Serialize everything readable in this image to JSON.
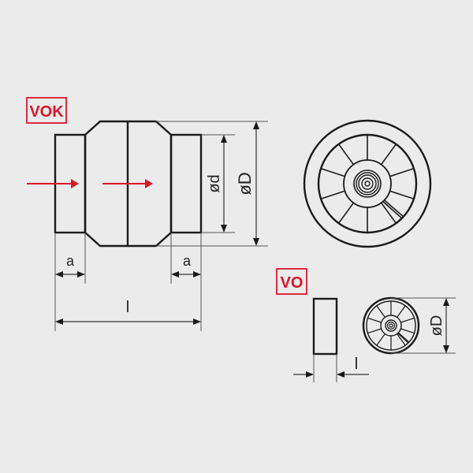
{
  "diagram": {
    "vok": {
      "tag_label": "VOK",
      "dimension_labels": {
        "inner_diameter": "ød",
        "outer_diameter": "øD",
        "end_length_left": "a",
        "end_length_right": "a",
        "total_length": "l"
      },
      "flow_direction": "left-to-right"
    },
    "vo": {
      "tag_label": "VO",
      "dimension_labels": {
        "length": "l",
        "outer_diameter": "øD"
      }
    },
    "colors": {
      "accent": "#d9162b",
      "line": "#1a1a1a",
      "background": "#ebebeb"
    }
  }
}
